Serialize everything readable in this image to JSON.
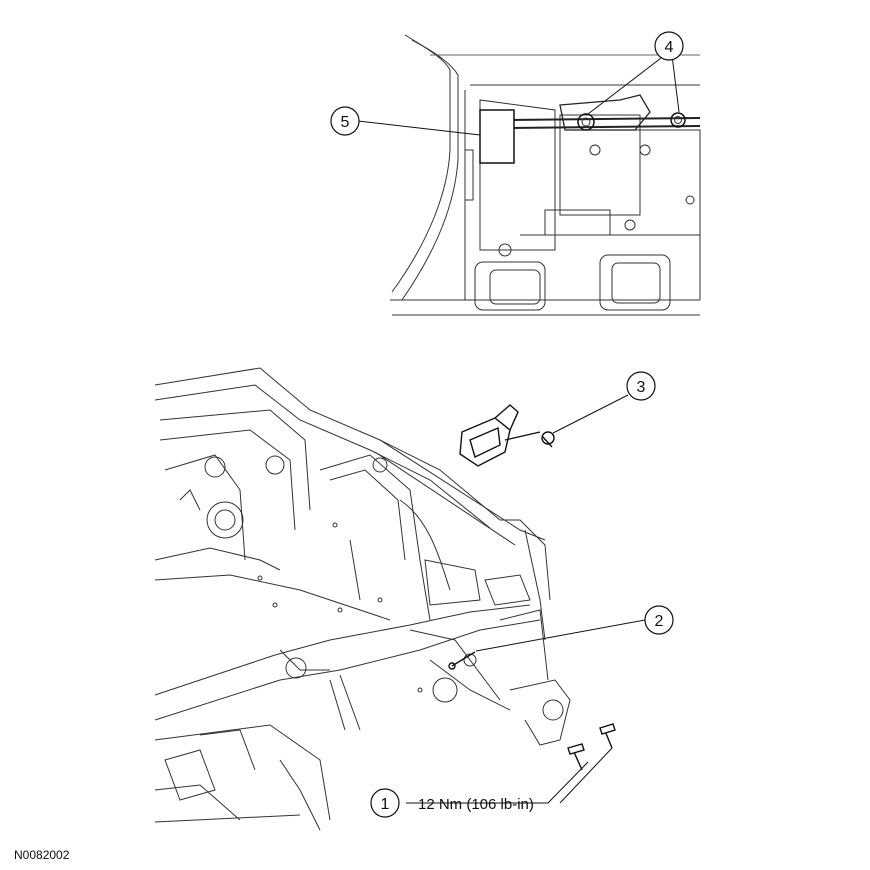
{
  "figure_id": "N0082002",
  "callouts": [
    {
      "id": "1",
      "label": "1"
    },
    {
      "id": "2",
      "label": "2"
    },
    {
      "id": "3",
      "label": "3"
    },
    {
      "id": "4",
      "label": "4"
    },
    {
      "id": "5",
      "label": "5"
    }
  ],
  "torque_spec": "12 Nm (106 lb-in)"
}
